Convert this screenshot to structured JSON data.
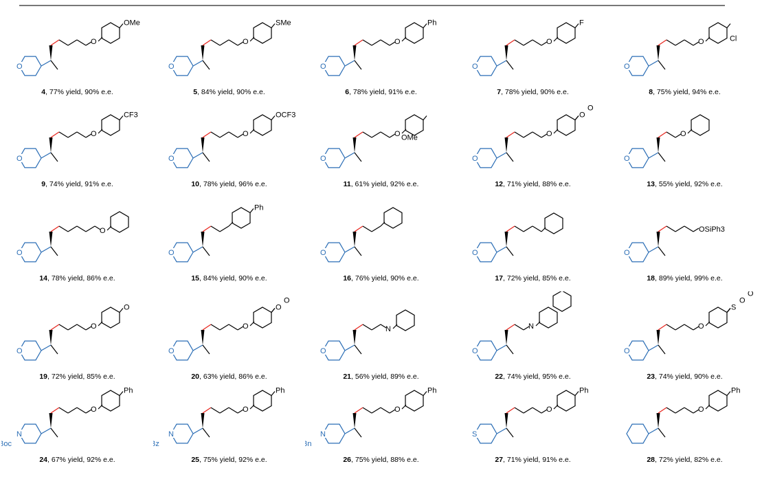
{
  "compounds": [
    {
      "num": "4",
      "rest": ", 77% yield, 90% e.e.",
      "ring": "O",
      "chain": 4,
      "link": "O",
      "end": "aryl",
      "labels": [
        "OMe"
      ]
    },
    {
      "num": "5",
      "rest": ", 84% yield, 90% e.e.",
      "ring": "O",
      "chain": 4,
      "link": "O",
      "end": "aryl",
      "labels": [
        "SMe"
      ]
    },
    {
      "num": "6",
      "rest": ", 78% yield, 91% e.e.",
      "ring": "O",
      "chain": 4,
      "link": "O",
      "end": "aryl",
      "labels": [
        "Ph"
      ]
    },
    {
      "num": "7",
      "rest": ", 78% yield, 90% e.e.",
      "ring": "O",
      "chain": 4,
      "link": "O",
      "end": "aryl",
      "labels": [
        "F"
      ]
    },
    {
      "num": "8",
      "rest": ", 75% yield, 94% e.e.",
      "ring": "O",
      "chain": 4,
      "link": "O",
      "end": "aryl-meta",
      "labels": [
        "Cl"
      ]
    },
    {
      "num": "9",
      "rest": ", 74% yield, 91% e.e.",
      "ring": "O",
      "chain": 4,
      "link": "O",
      "end": "aryl",
      "labels": [
        "CF3"
      ]
    },
    {
      "num": "10",
      "rest": ", 78% yield, 96% e.e.",
      "ring": "O",
      "chain": 4,
      "link": "O",
      "end": "aryl",
      "labels": [
        "OCF3"
      ]
    },
    {
      "num": "11",
      "rest": ", 61% yield, 92% e.e.",
      "ring": "O",
      "chain": 4,
      "link": "O",
      "end": "aryl-ortho",
      "labels": [
        "OMe"
      ]
    },
    {
      "num": "12",
      "rest": ", 71% yield, 88% e.e.",
      "ring": "O",
      "chain": 4,
      "link": "O",
      "end": "aryl",
      "labels": [
        "O",
        "O"
      ]
    },
    {
      "num": "13",
      "rest": ", 55% yield, 92% e.e.",
      "ring": "O",
      "chain": 2,
      "link": "O",
      "end": "aryl",
      "labels": []
    },
    {
      "num": "14",
      "rest": ", 78% yield, 86% e.e.",
      "ring": "O",
      "chain": 5,
      "link": "O",
      "end": "aryl",
      "labels": []
    },
    {
      "num": "15",
      "rest": ", 84% yield, 90% e.e.",
      "ring": "O",
      "chain": 3,
      "link": "",
      "end": "aryl",
      "labels": [
        "Ph"
      ]
    },
    {
      "num": "16",
      "rest": ", 76% yield, 90% e.e.",
      "ring": "O",
      "chain": 3,
      "link": "",
      "end": "aryl",
      "labels": []
    },
    {
      "num": "17",
      "rest": ", 72% yield, 85% e.e.",
      "ring": "O",
      "chain": 4,
      "link": "",
      "end": "aryl",
      "labels": []
    },
    {
      "num": "18",
      "rest": ", 89% yield, 99% e.e.",
      "ring": "O",
      "chain": 4,
      "link": "OSiPh3",
      "end": "text",
      "labels": []
    },
    {
      "num": "19",
      "rest": ", 72% yield, 85% e.e.",
      "ring": "O",
      "chain": 4,
      "link": "O",
      "end": "aryl",
      "labels": [
        "O"
      ]
    },
    {
      "num": "20",
      "rest": ", 63% yield, 86% e.e.",
      "ring": "O",
      "chain": 4,
      "link": "O",
      "end": "aryl",
      "labels": [
        "O",
        "O"
      ]
    },
    {
      "num": "21",
      "rest": ", 56% yield, 89% e.e.",
      "ring": "O",
      "chain": 3,
      "link": "N",
      "end": "aryl",
      "labels": []
    },
    {
      "num": "22",
      "rest": ", 74% yield, 95% e.e.",
      "ring": "O",
      "chain": 2,
      "link": "N",
      "end": "aryl",
      "labels": []
    },
    {
      "num": "23",
      "rest": ", 74% yield, 90% e.e.",
      "ring": "O",
      "chain": 4,
      "link": "O",
      "end": "aryl",
      "labels": [
        "S",
        "O",
        "O"
      ]
    },
    {
      "num": "24",
      "rest": ", 67% yield, 92% e.e.",
      "ring": "N",
      "ringsub": "Boc",
      "chain": 4,
      "link": "O",
      "end": "aryl",
      "labels": [
        "Ph"
      ]
    },
    {
      "num": "25",
      "rest": ", 75% yield, 92% e.e.",
      "ring": "N",
      "ringsub": "Bz",
      "chain": 4,
      "link": "O",
      "end": "aryl",
      "labels": [
        "Ph"
      ]
    },
    {
      "num": "26",
      "rest": ", 75% yield, 88% e.e.",
      "ring": "N",
      "ringsub": "Bn",
      "chain": 4,
      "link": "O",
      "end": "aryl",
      "labels": [
        "Ph"
      ]
    },
    {
      "num": "27",
      "rest": ", 71% yield, 91% e.e.",
      "ring": "S",
      "chain": 4,
      "link": "O",
      "end": "aryl",
      "labels": [
        "Ph"
      ]
    },
    {
      "num": "28",
      "rest": ", 72% yield, 82% e.e.",
      "ring": "",
      "chain": 4,
      "link": "O",
      "end": "aryl",
      "labels": [
        "Ph"
      ]
    }
  ],
  "colors": {
    "ring": "#2a6db5",
    "new_bond": "#e8241c",
    "bond": "#000000"
  }
}
